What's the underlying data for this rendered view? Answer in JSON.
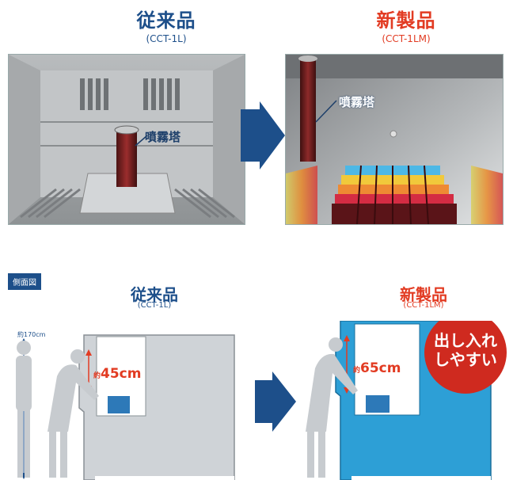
{
  "top": {
    "left_title": "従来品",
    "left_model": "(CCT-1L)",
    "right_title": "新製品",
    "right_model": "(CCT-1LM)",
    "left_callout": "噴霧塔",
    "right_callout": "噴霧塔"
  },
  "bottom": {
    "tag": "側面図",
    "left_title": "従来品",
    "left_model": "(CCT-1L)",
    "right_title": "新製品",
    "right_model": "(CCT-1LM)",
    "height_label": "約170cm",
    "left_measure_prefix": "約",
    "left_measure_value": "45cm",
    "right_measure_prefix": "約",
    "right_measure_value": "65cm",
    "badge_line1": "出し入れ",
    "badge_line2": "しやすい"
  },
  "colors": {
    "blue": "#1d4f8a",
    "red": "#e23b22",
    "cyan_machine": "#2d9fd6",
    "gray_machine": "#cfd3d7"
  }
}
